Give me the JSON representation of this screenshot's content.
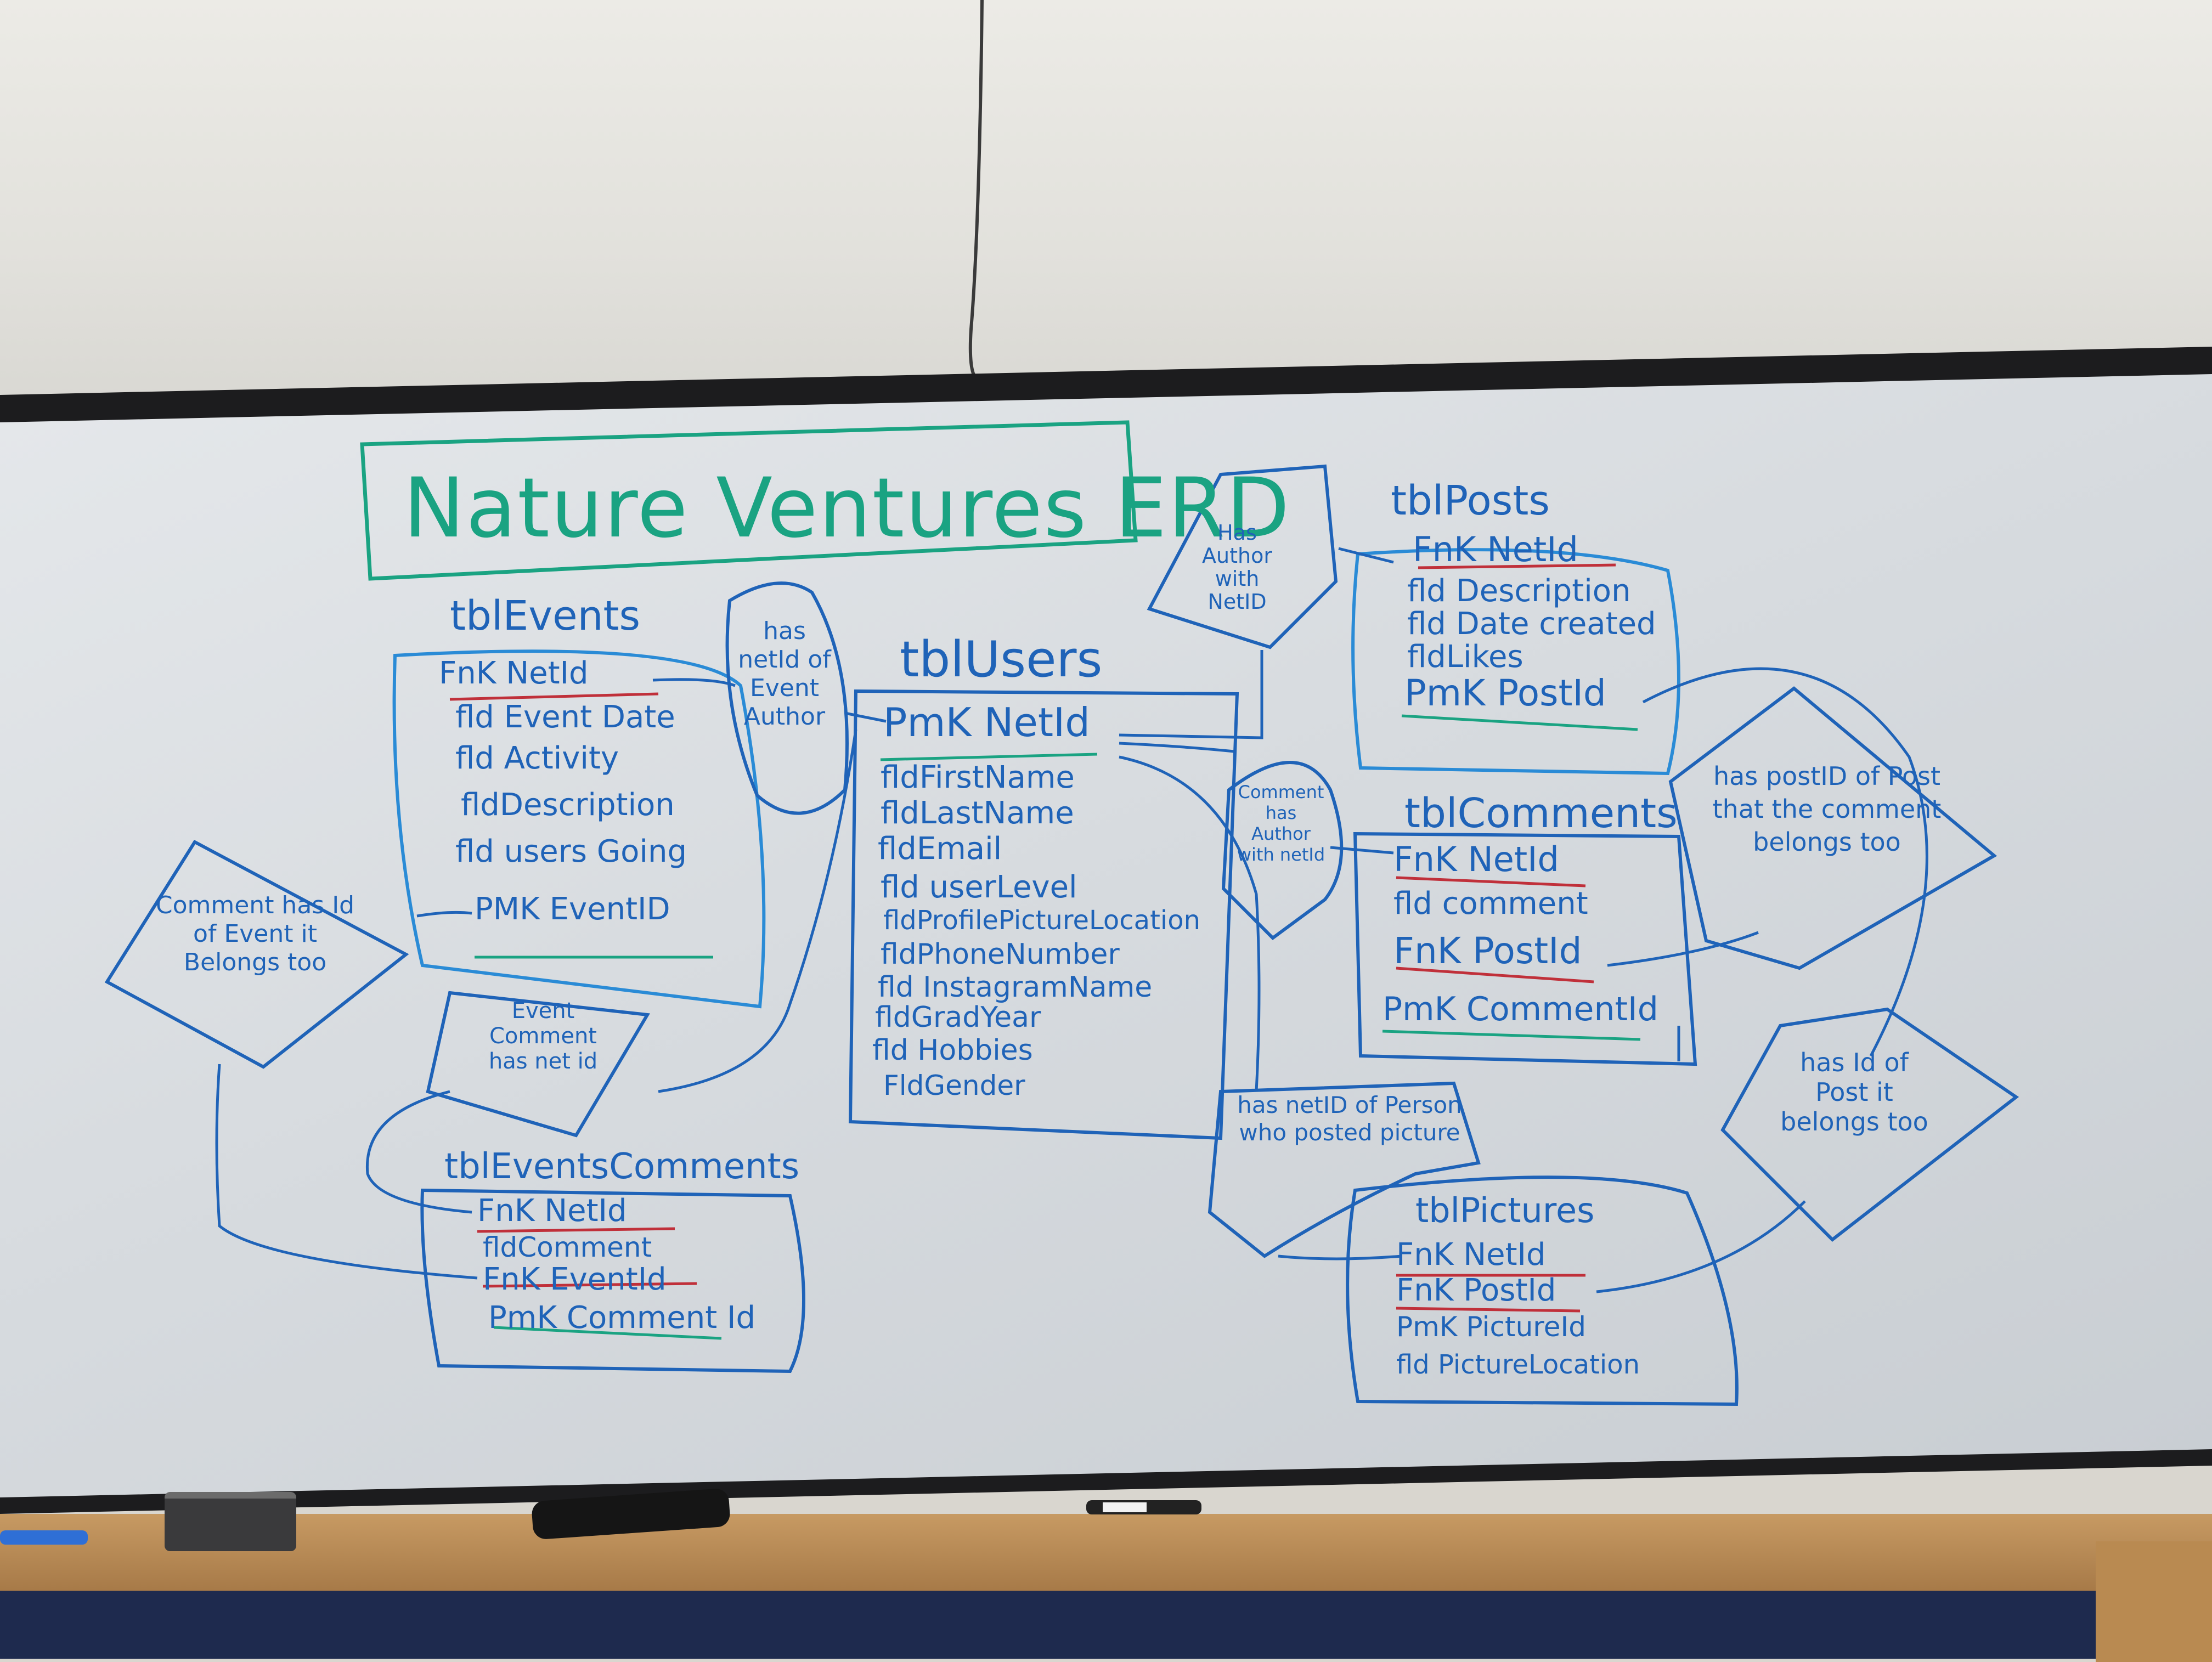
{
  "title": "Nature Ventures ERD",
  "colors": {
    "ink_blue": "#1f63b8",
    "ink_teal": "#1aa382",
    "ink_red": "#c0303a",
    "board": "#dfe2e5"
  },
  "tables": {
    "events": {
      "name": "tblEvents",
      "fields": [
        "FnK NetId",
        "fld Event Date",
        "fld Activity",
        "fldDescription",
        "fld users Going",
        "PMK EventID"
      ]
    },
    "users": {
      "name": "tblUsers",
      "fields": [
        "PmK NetId",
        "fldFirstName",
        "fldLastName",
        "fldEmail",
        "fld userLevel",
        "fldProfilePictureLocation",
        "fldPhoneNumber",
        "fld InstagramName",
        "fldGradYear",
        "fld Hobbies",
        "FldGender"
      ]
    },
    "posts": {
      "name": "tblPosts",
      "fields": [
        "FnK NetId",
        "fld Description",
        "fld Date created",
        "fldLikes",
        "PmK PostId"
      ]
    },
    "comments": {
      "name": "tblComments",
      "fields": [
        "FnK NetId",
        "fld comment",
        "FnK PostId",
        "PmK CommentId"
      ]
    },
    "events_comments": {
      "name": "tblEventsComments",
      "fields": [
        "FnK NetId",
        "fldComment",
        "FnK EventId",
        "PmK Comment Id"
      ]
    },
    "pictures": {
      "name": "tblPictures",
      "fields": [
        "FnK NetId",
        "FnK PostId",
        "PmK PictureId",
        "fld PictureLocation"
      ]
    }
  },
  "relationships": {
    "event_author": "has netId of Event Author",
    "post_author": "Has Author with NetID",
    "comment_author": "Comment has Author with netId",
    "comment_post": "has postID of Post that the comment belongs too",
    "event_comment_event": "Comment has Id of Event it Belongs too",
    "event_comment_author": "Event Comment has net id",
    "picture_author": "has netID of Person who posted picture",
    "picture_post": "has Id of Post it belongs too"
  }
}
